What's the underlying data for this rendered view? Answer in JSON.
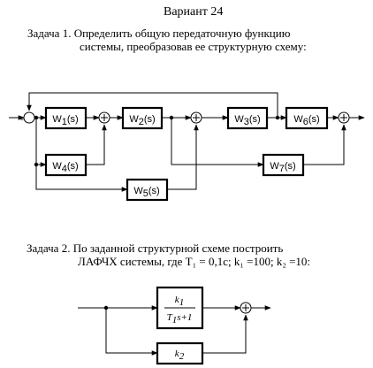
{
  "header": {
    "variant": "Вариант 24"
  },
  "task1": {
    "line1": "Задача 1. Определить общую  передаточную  функцию",
    "line2": "системы, преобразовав ее структурную схему:",
    "blocks": {
      "w1": {
        "name": "W",
        "sub": "1",
        "arg": "(s)"
      },
      "w2": {
        "name": "W",
        "sub": "2",
        "arg": "(s)"
      },
      "w3": {
        "name": "W",
        "sub": "3",
        "arg": "(s)"
      },
      "w4": {
        "name": "W",
        "sub": "4",
        "arg": "(s)"
      },
      "w5": {
        "name": "W",
        "sub": "5",
        "arg": "(s)"
      },
      "w6": {
        "name": "W",
        "sub": "6",
        "arg": "(s)"
      },
      "w7": {
        "name": "W",
        "sub": "7",
        "arg": "(s)"
      }
    },
    "sign_minus": "-"
  },
  "task2": {
    "line1": "Задача 2. По заданной структурной схеме построить",
    "line2": "ЛАФЧХ системы, где   T₁ = 0,1с; k₁ =100; k₂ =10:",
    "block1": {
      "num": "k",
      "num_sub": "1",
      "den_a": "T",
      "den_sub": "1",
      "den_b": "s+1"
    },
    "block2": {
      "name": "k",
      "sub": "2"
    }
  }
}
